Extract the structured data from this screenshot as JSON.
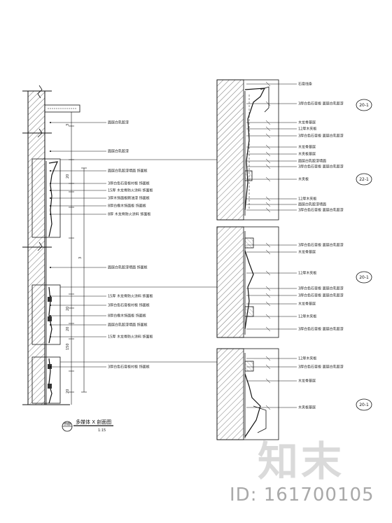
{
  "drawing": {
    "caption": "多媒体 X 剖面图",
    "caption_scale": "1:15",
    "marker_label": "剖面",
    "left_dimensions": [
      "150",
      "3",
      "3",
      "20",
      "20",
      "20",
      "20"
    ]
  },
  "annotations_left": [
    "面层白乳胶漆",
    "面层白乳胶漆",
    "面层白乳胶漆墙面 饰面板",
    "3厚白色石膏板衬板 饰面板",
    "15厚 木龙骨防火涂料 饰面板",
    "3厚木饰面板刷油漆 饰面板",
    "8厚白橡木饰面板 饰面板",
    "8厚 木龙骨防火涂料 饰面板",
    "面层白乳胶漆墙面 饰面板",
    "15厚 木龙骨防火涂料 饰面板",
    "3厚白色石膏板衬板 饰面板",
    "8厚白橡木饰面板 饰面板",
    "面层白乳胶漆墙面 饰面板",
    "15厚 木龙骨防火涂料 饰面板",
    "3厚白色石膏板衬板 饰面板"
  ],
  "annotations_right": [
    "石膏线条",
    "3厚白色石膏板 面层白乳胶漆",
    "木龙骨基层",
    "12厚木夹板",
    "3厚白色石膏板 面层白乳胶漆",
    "木龙骨基层",
    "木夹板基层",
    "面层白乳胶漆墙面",
    "3厚白色石膏板 面层白乳胶漆",
    "木夹板",
    "12厚木夹板",
    "面层白乳胶漆墙面",
    "3厚白色石膏板 面层白乳胶漆",
    "3厚白色石膏板 面层白乳胶漆",
    "木龙骨基层",
    "12厚木夹板",
    "3厚白色石膏板 面层白乳胶漆",
    "3厚白色石膏板 面层白乳胶漆",
    "木龙骨基层",
    "12厚木夹板",
    "3厚白色石膏板 面层白乳胶漆",
    "12厚木夹板",
    "3厚白色石膏板 面层白乳胶漆",
    "木龙骨基层",
    "木夹板基层"
  ],
  "detail_tags": [
    "20-1",
    "22-1",
    "20-1",
    "20-1"
  ],
  "watermark": {
    "logo_text": "知末",
    "id_text": "ID: 161700105"
  }
}
